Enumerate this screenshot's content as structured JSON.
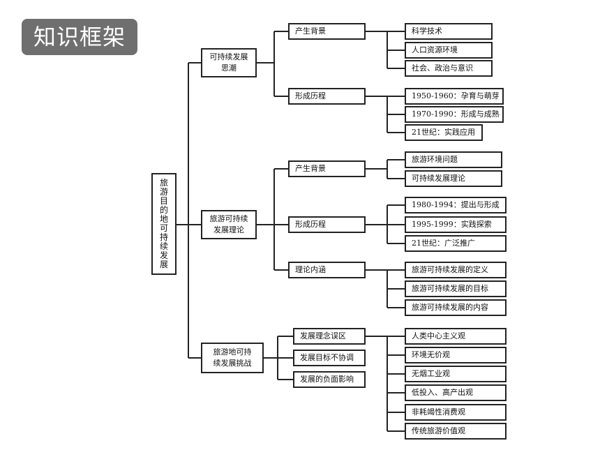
{
  "badge": "知识框架",
  "root": "旅游目的地可持续发展",
  "level1": [
    {
      "label": "可持续发展\n思潮"
    },
    {
      "label": "旅游可持续\n发展理论"
    },
    {
      "label": "旅游地可持\n续发展挑战"
    }
  ],
  "level2": [
    {
      "label": "产生背景"
    },
    {
      "label": "形成历程"
    },
    {
      "label": "产生背景"
    },
    {
      "label": "形成历程"
    },
    {
      "label": "理论内涵"
    },
    {
      "label": "发展理念误区"
    },
    {
      "label": "发展目标不协调"
    },
    {
      "label": "发展的负面影响"
    }
  ],
  "leaves": [
    {
      "label": "科学技术"
    },
    {
      "label": "人口资源环境"
    },
    {
      "label": "社会、政治与意识"
    },
    {
      "label": "1950-1960：孕育与萌芽"
    },
    {
      "label": "1970-1990：形成与成熟"
    },
    {
      "label": "21世纪：实践应用"
    },
    {
      "label": "旅游环境问题"
    },
    {
      "label": "可持续发展理论"
    },
    {
      "label": "1980-1994：提出与形成"
    },
    {
      "label": "1995-1999：实践探索"
    },
    {
      "label": "21世纪：广泛推广"
    },
    {
      "label": "旅游可持续发展的定义"
    },
    {
      "label": "旅游可持续发展的目标"
    },
    {
      "label": "旅游可持续发展的内容"
    },
    {
      "label": "人类中心主义观"
    },
    {
      "label": "环境无价观"
    },
    {
      "label": "无烟工业观"
    },
    {
      "label": "低投入、高产出观"
    },
    {
      "label": "非耗竭性消费观"
    },
    {
      "label": "传统旅游价值观"
    }
  ]
}
